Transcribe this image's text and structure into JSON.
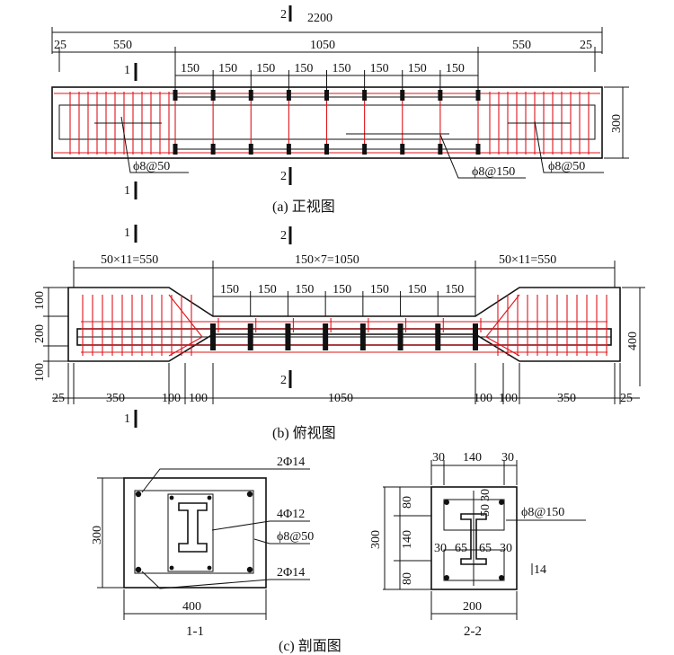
{
  "colors": {
    "rebar_red": "#e0141b",
    "line": "#111111"
  },
  "front_view": {
    "section_mark": "2",
    "section_mark_1": "1",
    "overall": "2200",
    "segments": [
      "25",
      "550",
      "1050",
      "550",
      "25"
    ],
    "spacing": "150",
    "height": "300",
    "bar_label_left": "ϕ8@50",
    "bar_label_mid": "ϕ8@150",
    "bar_label_right": "ϕ8@50",
    "caption": "(a) 正视图"
  },
  "top_view": {
    "section_mark": "2",
    "section_mark_1": "1",
    "top_left": "50×11=550",
    "top_mid": "150×7=1050",
    "top_right": "50×11=550",
    "spacing": "150",
    "left_dims": [
      "100",
      "200",
      "100"
    ],
    "right_dim": "400",
    "bottom_dims": [
      "25",
      "350",
      "100",
      "100",
      "1050",
      "100",
      "100",
      "350",
      "25"
    ],
    "caption": "(b) 俯视图"
  },
  "section_1": {
    "labels": [
      "2Φ14",
      "4Φ12",
      "ϕ8@50",
      "2Φ14"
    ],
    "height": "300",
    "width": "400",
    "title": "1-1"
  },
  "section_2": {
    "top_dims": [
      "30",
      "140",
      "30"
    ],
    "left_dims": [
      "80",
      "140",
      "80"
    ],
    "overall_h": "300",
    "inner_top": "50",
    "inner_top2": "30",
    "inner_dims": [
      "30",
      "65",
      "65",
      "30"
    ],
    "bar_label": "ϕ8@150",
    "label_14": "14",
    "width": "200",
    "title": "2-2"
  },
  "caption_c": "(c) 剖面图"
}
